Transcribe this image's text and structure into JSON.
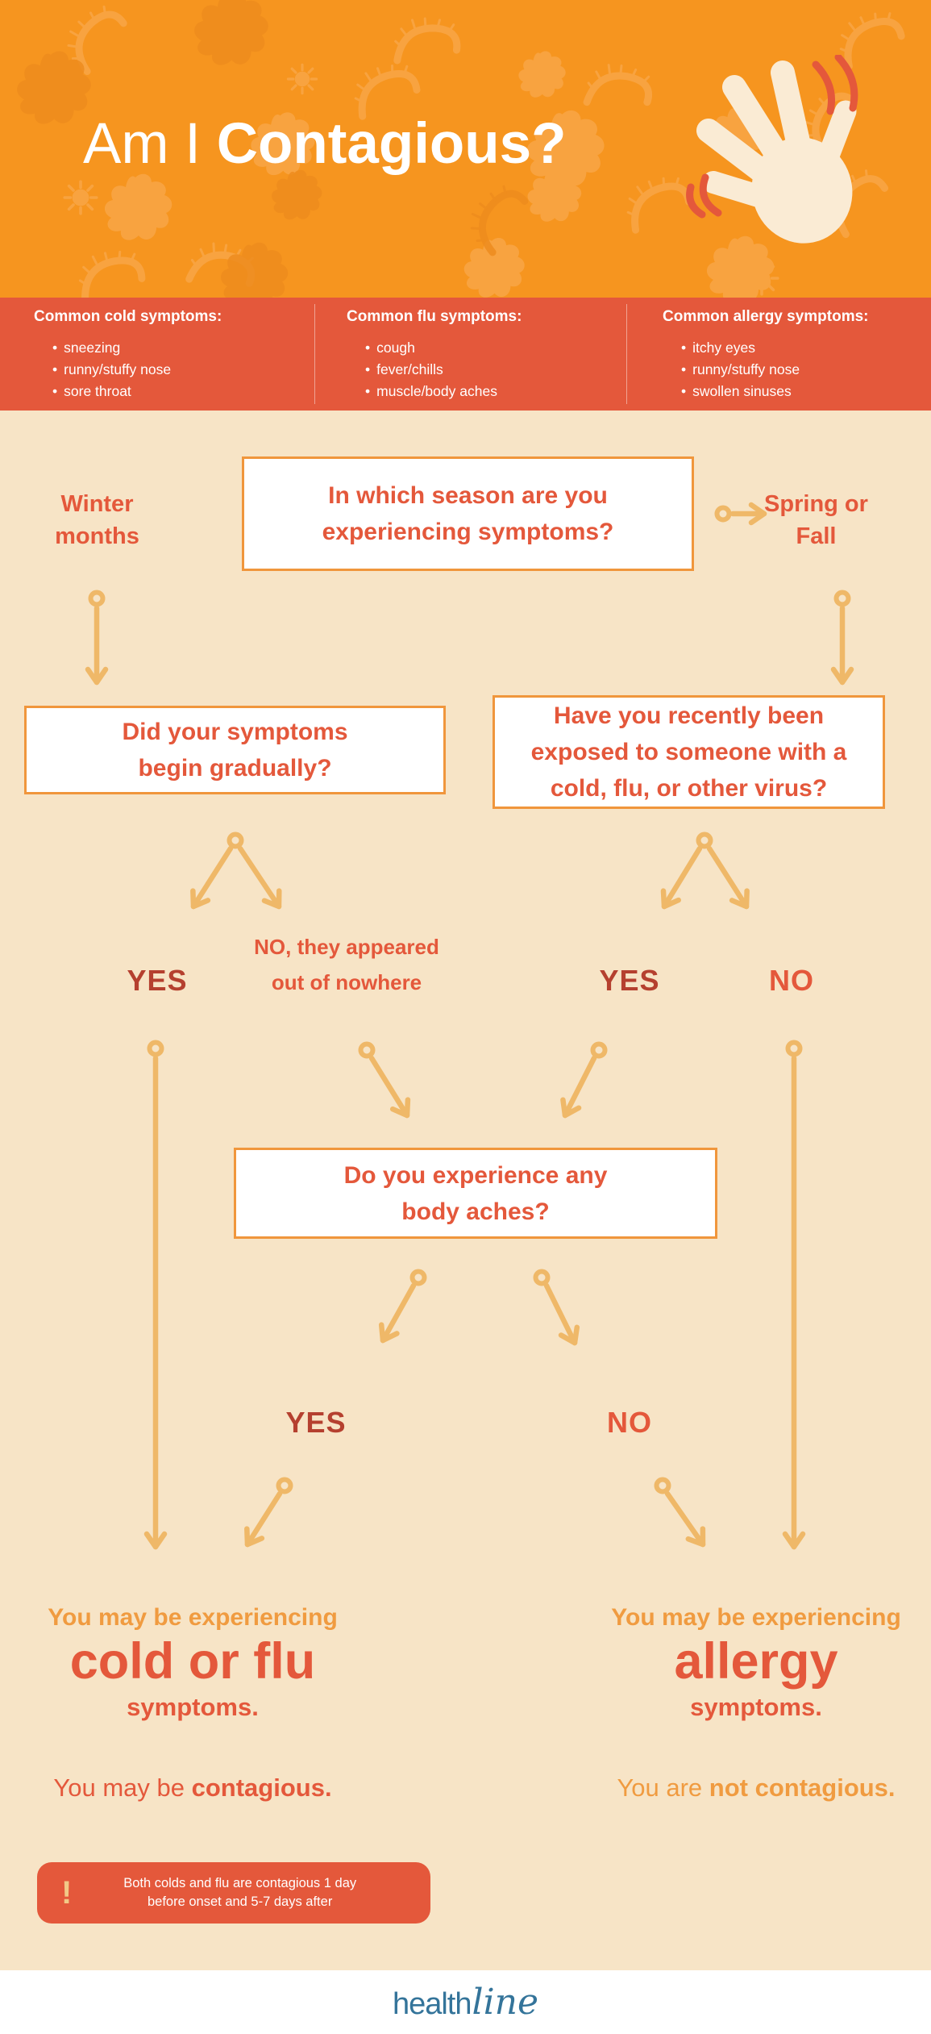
{
  "header": {
    "title_light": "Am I ",
    "title_bold": "Contagious?"
  },
  "symptoms": {
    "bullet": "•",
    "columns": [
      {
        "heading": "Common cold symptoms:",
        "items": [
          "sneezing",
          "runny/stuffy nose",
          "sore throat"
        ]
      },
      {
        "heading": "Common flu symptoms:",
        "items": [
          "cough",
          "fever/chills",
          "muscle/body aches"
        ]
      },
      {
        "heading": "Common allergy symptoms:",
        "items": [
          "itchy eyes",
          "runny/stuffy nose",
          "swollen sinuses"
        ]
      }
    ]
  },
  "flow": {
    "q_season": "In which season are you experiencing symptoms?",
    "winter": "Winter months",
    "spring": "Spring or Fall",
    "q_gradual": "Did your symptoms begin gradually?",
    "q_exposed": "Have you recently been exposed to someone with a cold, flu, or other virus?",
    "gradual_yes": "YES",
    "gradual_no": "NO, they appeared out of nowhere",
    "exposed_yes": "YES",
    "exposed_no": "NO",
    "q_aches": "Do you experience any body aches?",
    "aches_yes": "YES",
    "aches_no": "NO",
    "result_left": {
      "intro": "You may be experiencing",
      "big": "cold or flu",
      "sub": "symptoms.",
      "tail_plain": "You may be ",
      "tail_bold": "contagious."
    },
    "result_right": {
      "intro": "You may be experiencing",
      "big": "allergy",
      "sub": "symptoms.",
      "tail_plain": "You are ",
      "tail_bold": "not contagious."
    }
  },
  "note": {
    "icon": "!",
    "line1": "Both colds and flu are contagious 1 day",
    "line2": "before onset and 5-7 days after"
  },
  "footer": {
    "logo_sans": "health",
    "logo_script": "line"
  },
  "colors": {
    "header_bg": "#F6951F",
    "pattern_light": "#F9A94D",
    "pattern_dark": "#EE8C1E",
    "bar_bg": "#E4583B",
    "cream": "#F7E4C6",
    "arrow": "#EFB868",
    "accent_red": "#E4583B",
    "dark_red": "#B5402F",
    "orange_text": "#F09B40",
    "box_border": "#F0963C",
    "note_icon": "#F2C987",
    "hand": "#FAEBD4",
    "logo_blue": "#34749A",
    "white": "#FFFFFF"
  }
}
